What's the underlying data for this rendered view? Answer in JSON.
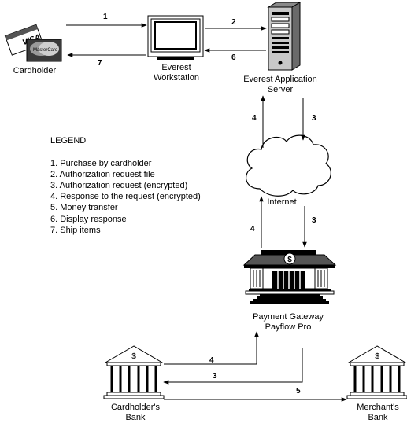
{
  "nodes": {
    "cardholder": "Cardholder",
    "workstation": [
      "Everest",
      "Workstation"
    ],
    "app_server": [
      "Everest Application",
      "Server"
    ],
    "internet": "Internet",
    "gateway": [
      "Payment Gateway",
      "Payflow Pro"
    ],
    "cardholders_bank": [
      "Cardholder's",
      "Bank"
    ],
    "merchants_bank": [
      "Merchant's",
      "Bank"
    ]
  },
  "card_logos": {
    "visa": "VISA",
    "mastercard": "MasterCard"
  },
  "currency_symbol": "$",
  "arrow_labels": {
    "purchase": "1",
    "auth_file": "2",
    "auth_req_server_internet": "3",
    "response_internet_server": "4",
    "auth_req_internet_gateway": "3",
    "response_gateway_internet": "4",
    "response_bank_gateway": "4",
    "auth_req_gateway_bank": "3",
    "money_transfer": "5",
    "display_response": "6",
    "ship_items": "7"
  },
  "legend": {
    "title": "LEGEND",
    "items": [
      "1. Purchase by cardholder",
      "2. Authorization request file",
      "3. Authorization request (encrypted)",
      "4. Response to the request (encrypted)",
      "5. Money transfer",
      "6. Display response",
      "7. Ship items"
    ]
  }
}
